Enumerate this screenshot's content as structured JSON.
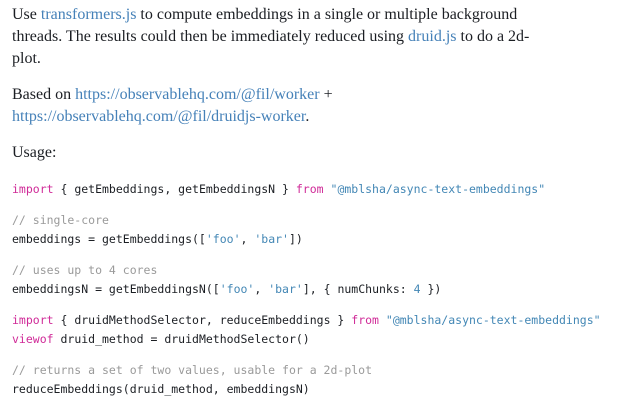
{
  "colors": {
    "text": "#1b1e23",
    "link": "#4581b8",
    "code_keyword": "#d02b98",
    "code_string": "#4387b5",
    "code_number": "#4387b5",
    "code_comment": "#9a9a9a",
    "code_plain": "#1b1e23",
    "background": "#ffffff"
  },
  "document": {
    "paragraphs": [
      {
        "name": "intro-paragraph",
        "segments": [
          {
            "t": "Use ",
            "c": "pln"
          },
          {
            "t": "transformers.js",
            "c": "link",
            "name": "link-transformers-js"
          },
          {
            "t": " to compute embeddings in a single or multiple background",
            "c": "pln",
            "br": true
          },
          {
            "t": "threads. The results could then be immediately reduced using ",
            "c": "pln"
          },
          {
            "t": "druid.js",
            "c": "link",
            "name": "link-druid-js"
          },
          {
            "t": " to do a 2d-",
            "c": "pln",
            "br": true
          },
          {
            "t": "plot.",
            "c": "pln"
          }
        ]
      },
      {
        "name": "based-on-paragraph",
        "segments": [
          {
            "t": "Based on ",
            "c": "pln"
          },
          {
            "t": "https://observablehq.com/@fil/worker",
            "c": "link",
            "name": "link-fil-worker"
          },
          {
            "t": " +",
            "c": "pln",
            "br": true
          },
          {
            "t": "https://observablehq.com/@fil/druidjs-worker",
            "c": "link",
            "name": "link-fil-druidjs-worker"
          },
          {
            "t": ".",
            "c": "pln"
          }
        ]
      },
      {
        "name": "usage-label",
        "segments": [
          {
            "t": "Usage:",
            "c": "pln"
          }
        ]
      }
    ],
    "code_blocks": [
      {
        "name": "code-block-import-embeddings",
        "lines": [
          [
            {
              "t": "import",
              "c": "kw"
            },
            {
              "t": " { getEmbeddings, getEmbeddingsN } ",
              "c": "pln"
            },
            {
              "t": "from",
              "c": "kw"
            },
            {
              "t": " ",
              "c": "pln"
            },
            {
              "t": "\"@mblsha/async-text-embeddings\"",
              "c": "str"
            }
          ]
        ]
      },
      {
        "name": "code-block-single-core",
        "lines": [
          [
            {
              "t": "// single-core",
              "c": "cmt"
            }
          ],
          [
            {
              "t": "embeddings = getEmbeddings([",
              "c": "pln"
            },
            {
              "t": "'foo'",
              "c": "str"
            },
            {
              "t": ", ",
              "c": "pln"
            },
            {
              "t": "'bar'",
              "c": "str"
            },
            {
              "t": "])",
              "c": "pln"
            }
          ]
        ]
      },
      {
        "name": "code-block-multi-core",
        "lines": [
          [
            {
              "t": "// uses up to 4 cores",
              "c": "cmt"
            }
          ],
          [
            {
              "t": "embeddingsN = getEmbeddingsN([",
              "c": "pln"
            },
            {
              "t": "'foo'",
              "c": "str"
            },
            {
              "t": ", ",
              "c": "pln"
            },
            {
              "t": "'bar'",
              "c": "str"
            },
            {
              "t": "], { numChunks: ",
              "c": "pln"
            },
            {
              "t": "4",
              "c": "num"
            },
            {
              "t": " })",
              "c": "pln"
            }
          ]
        ]
      },
      {
        "name": "code-block-import-druid",
        "lines": [
          [
            {
              "t": "import",
              "c": "kw"
            },
            {
              "t": " { druidMethodSelector, reduceEmbeddings } ",
              "c": "pln"
            },
            {
              "t": "from",
              "c": "kw"
            },
            {
              "t": " ",
              "c": "pln"
            },
            {
              "t": "\"@mblsha/async-text-embeddings\"",
              "c": "str"
            }
          ],
          [
            {
              "t": "viewof",
              "c": "kw"
            },
            {
              "t": " druid_method = druidMethodSelector()",
              "c": "pln"
            }
          ]
        ]
      },
      {
        "name": "code-block-reduce",
        "lines": [
          [
            {
              "t": "// returns a set of two values, usable for a 2d-plot",
              "c": "cmt"
            }
          ],
          [
            {
              "t": "reduceEmbeddings(druid_method, embeddingsN)",
              "c": "pln"
            }
          ]
        ]
      }
    ]
  }
}
